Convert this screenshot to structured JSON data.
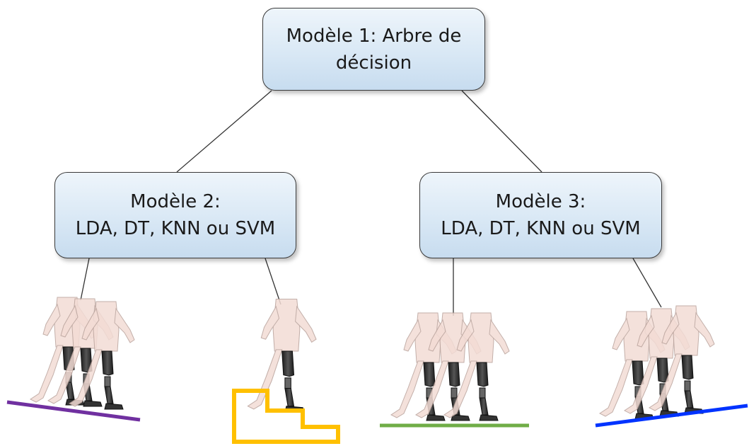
{
  "nodes": {
    "root": {
      "line1": "Modèle 1: Arbre de",
      "line2": "décision"
    },
    "left": {
      "line1": "Modèle 2:",
      "line2": "LDA, DT, KNN ou SVM"
    },
    "right": {
      "line1": "Modèle 3:",
      "line2": "LDA, DT, KNN ou SVM"
    }
  },
  "terrains": [
    {
      "name": "ramp-descent",
      "color": "#7030a0"
    },
    {
      "name": "stairs",
      "color": "#ffc000"
    },
    {
      "name": "level-ground",
      "color": "#70ad47"
    },
    {
      "name": "ramp-ascent",
      "color": "#0033ff"
    }
  ],
  "colors": {
    "box_border": "#3a3a3a",
    "box_fill_top": "#eef5fb",
    "box_fill_bottom": "#c7dcef",
    "connector": "#333333",
    "prosthesis": "#2b2b2b",
    "body": "#f2d9d2"
  }
}
